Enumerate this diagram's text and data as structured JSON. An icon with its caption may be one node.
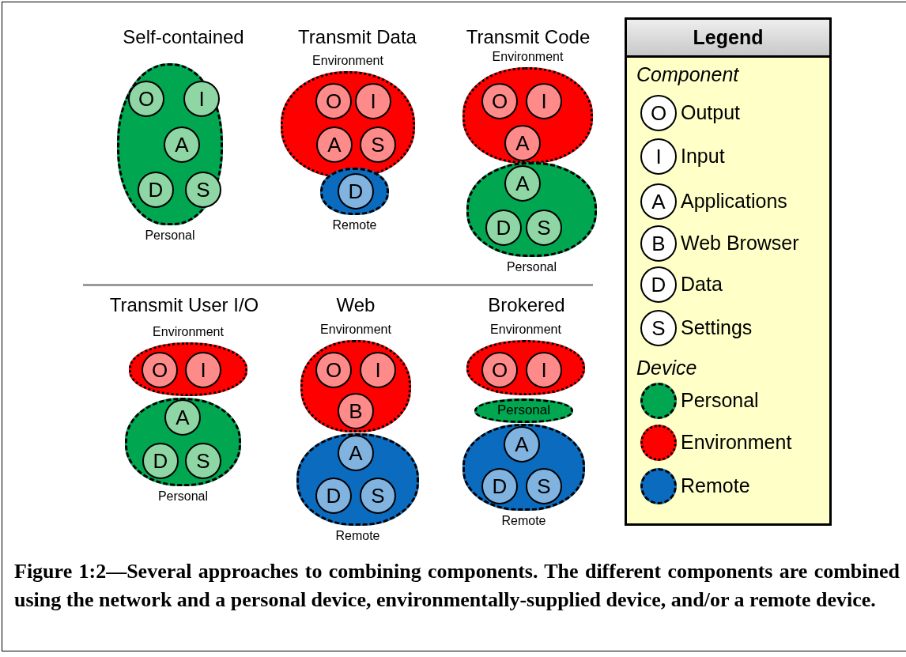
{
  "diagram": {
    "caption": "Figure 1:2—Several approaches to combining components. The different components are combined using the network and a personal device, environmentally-supplied device, and/or a remote device.",
    "nodes": [
      {
        "text": [
          "Personal"
        ]
      },
      {
        "text": [
          "O"
        ],
        "in": 0
      },
      {
        "text": [
          "I"
        ],
        "in": 0
      },
      {
        "text": [
          "A"
        ],
        "in": 0
      },
      {
        "text": [
          "D"
        ],
        "in": 0
      },
      {
        "text": [
          "S"
        ],
        "in": 0
      },
      {
        "text": [
          "Environment"
        ]
      },
      {
        "text": [
          "O"
        ],
        "in": 6
      },
      {
        "text": [
          "I"
        ],
        "in": 6
      },
      {
        "text": [
          "A"
        ],
        "in": 6
      },
      {
        "text": [
          "S"
        ],
        "in": 6
      },
      {
        "text": [
          "Remote"
        ]
      },
      {
        "text": [
          "D"
        ],
        "in": 11
      },
      {
        "text": [
          "Environment"
        ]
      },
      {
        "text": [
          "O"
        ],
        "in": 13
      },
      {
        "text": [
          "I"
        ],
        "in": 13
      },
      {
        "text": [
          "A"
        ],
        "in": 13
      },
      {
        "text": [
          "Personal"
        ]
      },
      {
        "text": [
          "A"
        ],
        "in": 17
      },
      {
        "text": [
          "D"
        ],
        "in": 17
      },
      {
        "text": [
          "S"
        ],
        "in": 17
      },
      {
        "text": [
          "Environment"
        ]
      },
      {
        "text": [
          "O"
        ],
        "in": 21
      },
      {
        "text": [
          "I"
        ],
        "in": 21
      },
      {
        "text": [
          "Personal"
        ]
      },
      {
        "text": [
          "A"
        ],
        "in": 24
      },
      {
        "text": [
          "D"
        ],
        "in": 24
      },
      {
        "text": [
          "S"
        ],
        "in": 24
      },
      {
        "text": [
          "Environment"
        ]
      },
      {
        "text": [
          "O"
        ],
        "in": 28
      },
      {
        "text": [
          "I"
        ],
        "in": 28
      },
      {
        "text": [
          "B"
        ],
        "in": 28
      },
      {
        "text": [
          "Remote"
        ]
      },
      {
        "text": [
          "A"
        ],
        "in": 32
      },
      {
        "text": [
          "D"
        ],
        "in": 32
      },
      {
        "text": [
          "S"
        ],
        "in": 32
      },
      {
        "text": [
          "Environment"
        ]
      },
      {
        "text": [
          "O"
        ],
        "in": 36
      },
      {
        "text": [
          "I"
        ],
        "in": 36
      },
      {
        "text": [
          "Personal"
        ]
      },
      {
        "text": [
          "Remote"
        ]
      },
      {
        "text": [
          "A"
        ],
        "in": 40
      },
      {
        "text": [
          "D"
        ],
        "in": 40
      },
      {
        "text": [
          "S"
        ],
        "in": 40
      }
    ],
    "labels": [
      "Self-contained",
      "Transmit Data",
      "Transmit Code",
      "Legend",
      "Component",
      "O",
      "I",
      "A",
      "B",
      "D",
      "S",
      "Device",
      "Transmit User I/O",
      "Web",
      "Brokered"
    ],
    "legend": [
      {
        "text": "Output"
      },
      {
        "text": "Input"
      },
      {
        "text": "Applications"
      },
      {
        "text": "Web Browser"
      },
      {
        "text": "Data"
      },
      {
        "text": "Settings"
      },
      {
        "text": "Personal",
        "color": "#00a650"
      },
      {
        "text": "Environment",
        "color": "#ff0000"
      },
      {
        "text": "Remote",
        "color": "#0a6bbf"
      }
    ]
  }
}
